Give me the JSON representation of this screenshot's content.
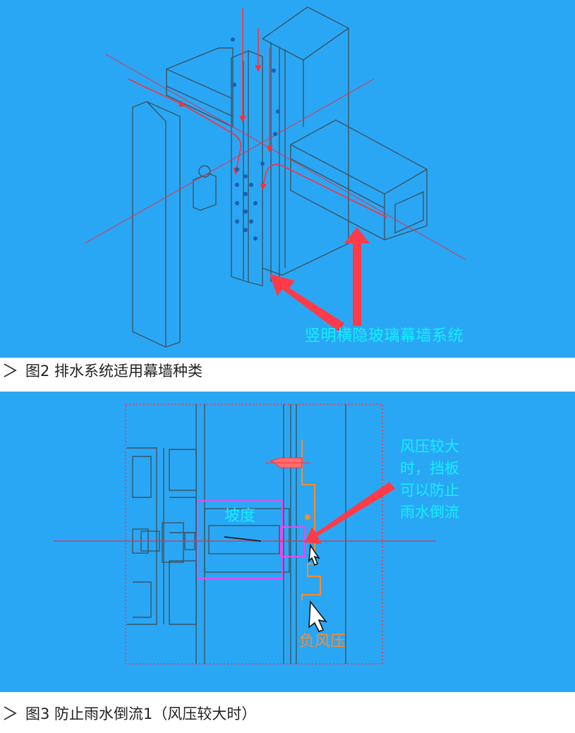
{
  "figure1": {
    "label": "竖明横隐玻璃幕墙系统",
    "caption": "图2  排水系统适用幕墙种类"
  },
  "figure2": {
    "slope_label": "坡度",
    "note_lines": [
      "风压较大",
      "时，挡板",
      "可以防止",
      "雨水倒流"
    ],
    "negative_wind_label": "负风压",
    "caption": "图3  防止雨水倒流1（风压较大时）"
  },
  "colors": {
    "background": "#2aa7f4",
    "line": "#3a5564",
    "arrow": "#ff2f3a",
    "label_cyan": "#14f0ff",
    "slope_box": "#e34cf2",
    "baffle": "#ff8a2a"
  },
  "icons": {
    "caption_marker": "chevron-right-icon",
    "water_drop": "drop-icon"
  }
}
